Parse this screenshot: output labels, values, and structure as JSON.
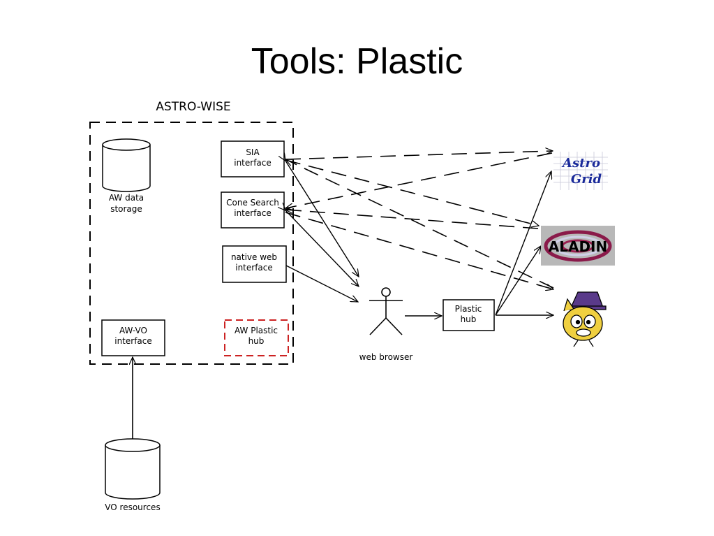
{
  "slide": {
    "title": "Tools: Plastic"
  },
  "diagram": {
    "container_label": "ASTRO-WISE",
    "aw_storage": [
      "AW data",
      "storage"
    ],
    "sia": [
      "SIA",
      "interface"
    ],
    "cone": [
      "Cone Search",
      "interface"
    ],
    "native": [
      "native web",
      "interface"
    ],
    "awvo": [
      "AW-VO",
      "interface"
    ],
    "aw_plastic": [
      "AW Plastic",
      "hub"
    ],
    "vo_resources": "VO resources",
    "web_browser": "web browser",
    "plastic_hub": [
      "Plastic",
      "hub"
    ],
    "astrogrid_logo": [
      "Astro",
      "Grid"
    ],
    "aladin_logo": "ALADIN",
    "topcat_logo": "topcat-mascot"
  },
  "colors": {
    "accent_red": "#cc2222",
    "line": "#000000",
    "aladin_bg": "#b8b8b8",
    "astrogrid_text": "#1a2a9a"
  }
}
